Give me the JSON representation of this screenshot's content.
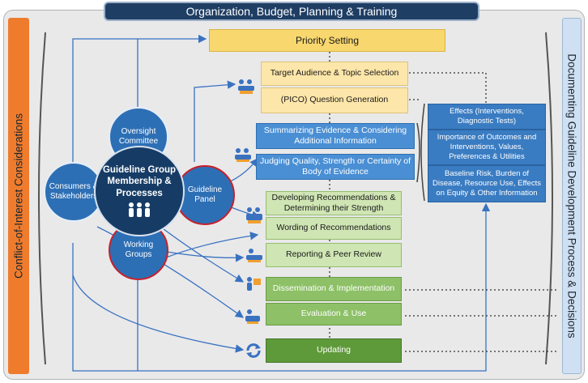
{
  "top_bar": "Organization, Budget, Planning & Training",
  "left_bar": "Conflict-of-Interest Considerations",
  "right_bar": "Documenting Guideline Development Process & Decisions",
  "circles": {
    "oversight": "Oversight Committee",
    "center": "Guideline Group Membership & Processes",
    "consumers": "Consumers & Stakeholders",
    "panel": "Guideline Panel",
    "working": "Working Groups"
  },
  "steps": {
    "priority": "Priority Setting",
    "target": "Target Audience & Topic Selection",
    "pico": "(PICO) Question Generation",
    "summarizing": "Summarizing Evidence & Considering Additional Information",
    "judging": "Judging Quality, Strength or Certainty of Body of Evidence",
    "developing": "Developing Recommendations & Determining their Strength",
    "wording": "Wording of Recommendations",
    "reporting": "Reporting & Peer Review",
    "dissemination": "Dissemination & Implementation",
    "evaluation": "Evaluation & Use",
    "updating": "Updating"
  },
  "side_panel": {
    "effects": "Effects (Interventions, Diagnostic Tests)",
    "importance": "Importance of Outcomes and Interventions, Values, Preferences & Utilities",
    "baseline": "Baseline Risk, Burden of Disease, Resource Use, Effects on Equity & Other Information"
  },
  "colors": {
    "orange": "#ef7c2d",
    "navy": "#1f3e64",
    "yellow": "#f8d76e",
    "blue": "#4a8fd4",
    "green": "#cfe5b4",
    "green_dark": "#5f9a3a"
  }
}
